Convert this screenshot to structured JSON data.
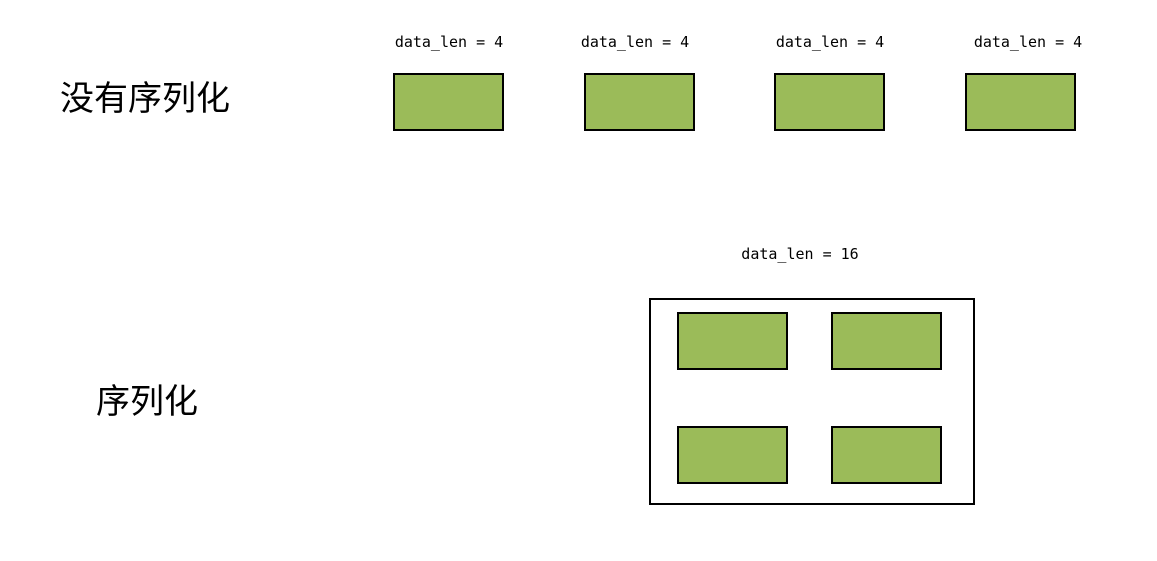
{
  "top_row": {
    "label": "没有序列化",
    "blocks": [
      {
        "data_len_label": "data_len = 4"
      },
      {
        "data_len_label": "data_len = 4"
      },
      {
        "data_len_label": "data_len = 4"
      },
      {
        "data_len_label": "data_len = 4"
      }
    ],
    "block_color": "#9bbb59"
  },
  "bottom_row": {
    "label": "序列化",
    "container_data_len_label": "data_len = 16",
    "inner_block_count": 4,
    "block_color": "#9bbb59"
  }
}
